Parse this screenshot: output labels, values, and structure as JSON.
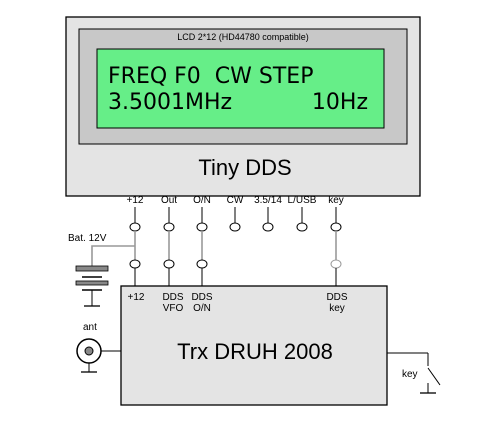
{
  "lcd": {
    "caption": "LCD 2*12  (HD44780 compatible)",
    "line1": "FREQ F0  CW STEP",
    "line2_left": "3.5001MHz",
    "line2_right": "10Hz",
    "screen_color": "#66ee88",
    "bezel_color": "#c8c8c8"
  },
  "tiny_dds": {
    "title": "Tiny DDS",
    "body_color": "#e4e4e4",
    "pins": [
      "+12",
      "Out",
      "O/N",
      "CW",
      "3.5/14",
      "L/USB",
      "key"
    ]
  },
  "trx": {
    "title": "Trx DRUH 2008",
    "body_color": "#e4e4e4",
    "pins": [
      "+12",
      "DDS\nVFO",
      "DDS\nO/N",
      "DDS\nkey"
    ]
  },
  "battery": {
    "label": "Bat. 12V"
  },
  "antenna": {
    "label": "ant"
  },
  "key_switch": {
    "label": "key"
  }
}
